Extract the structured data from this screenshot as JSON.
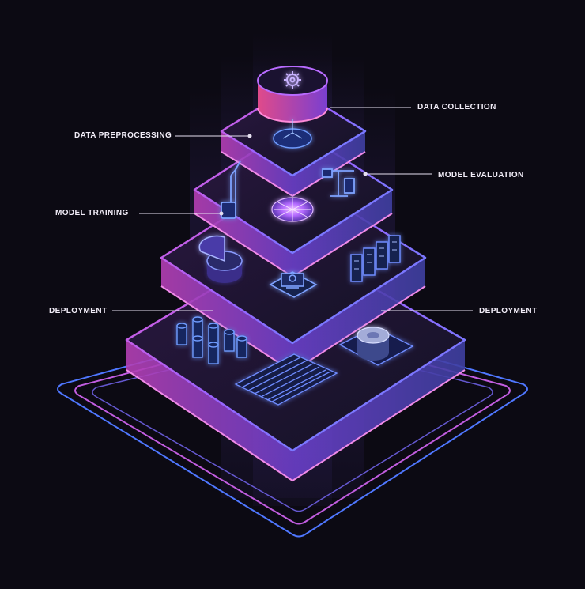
{
  "labels": {
    "data_collection": "DATA COLLECTION",
    "data_preprocessing": "DATA PREPROCESSING",
    "model_evaluation": "MODEL EVALUATION",
    "model_training": "MODEL TRAINING",
    "deployment_left": "DEPLOYMENT",
    "deployment_right": "DEPLOYMENT"
  },
  "colors": {
    "background": "#0c0a13",
    "magenta": "#e85ad4",
    "violet": "#9a63ff",
    "blue": "#5a8cff",
    "cyan": "#63c8ff",
    "icon_glow": "#7f8cff"
  },
  "icons": [
    "gear-icon",
    "funnel-icon",
    "robot-arm-icon",
    "network-sphere-icon",
    "pie-chart-icon",
    "scale-icon",
    "server-rack-icon",
    "monitor-icon",
    "data-cylinders-icon",
    "grid-panel-icon",
    "storage-disk-icon"
  ]
}
